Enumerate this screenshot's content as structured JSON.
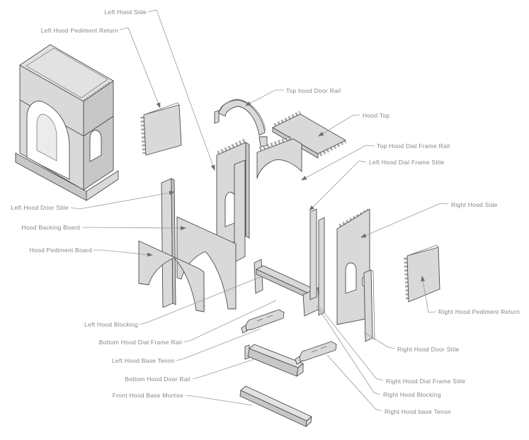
{
  "diagram": {
    "subject": "Clock hood exploded-parts drawing",
    "labels": {
      "left_hood_side": "Left Hood Side",
      "left_hood_pediment_return": "Left Hood Pediment Return",
      "top_hood_door_rail": "Top hood Door Rail",
      "hood_top": "Hood Top",
      "top_hood_dial_frame_rail": "Top Hood Dial Frame Rail",
      "left_hood_dial_frame_stile": "Left Hood Dial Frame Stile",
      "right_hood_side": "Right Hood Side",
      "left_hood_door_stile": "Left Hood Door Stile",
      "hood_backing_board": "Hood Backing Board",
      "hood_pediment_board": "Hood Pediment Board",
      "left_hood_blocking": "Left Hood Blocking",
      "bottom_hood_dial_frame_rail": "Bottom Hood Dial Frame Rail",
      "left_hood_base_tenon": "Left Hood Base Tenon",
      "bottom_hood_door_rail": "Bottom Hood Door Rail",
      "front_hood_base_mortise": "Front Hood Base Mortise",
      "right_hood_pediment_return": "Right Hood Pediment Return",
      "right_hood_door_stile": "Right Hood Door Stile",
      "right_hood_dial_frame_stile": "Right Hood Dial Frame Stile",
      "right_hood_blocking": "Right Hood Blocking",
      "right_hood_base_tenon": "Right Hood base Tenon"
    },
    "colors": {
      "background": "#ffffff",
      "part_fill": "#d9d9d9",
      "part_fill_light": "#e2e2e2",
      "part_fill_dark": "#c7c7c7",
      "outline": "#4a4a4a",
      "leader_line": "#9a9a9a",
      "label_text": "#868686"
    }
  }
}
